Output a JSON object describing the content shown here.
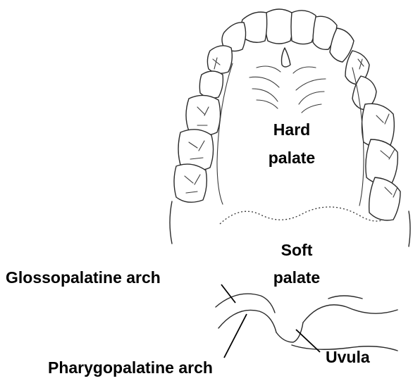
{
  "labels": {
    "hard_palate_line1": "Hard",
    "hard_palate_line2": "palate",
    "soft_palate_line1": "Soft",
    "soft_palate_line2": "palate",
    "glossopalatine_arch": "Glossopalatine arch",
    "pharygopalatine_arch": "Pharygopalatine arch",
    "uvula": "Uvula"
  }
}
